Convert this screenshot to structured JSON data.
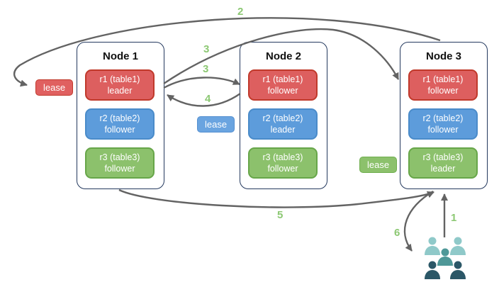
{
  "diagram": {
    "nodes": [
      {
        "title": "Node 1",
        "replicas": [
          {
            "name": "r1 (table1)",
            "role": "leader",
            "color": "red"
          },
          {
            "name": "r2 (table2)",
            "role": "follower",
            "color": "blue"
          },
          {
            "name": "r3 (table3)",
            "role": "follower",
            "color": "green"
          }
        ]
      },
      {
        "title": "Node 2",
        "replicas": [
          {
            "name": "r1 (table1)",
            "role": "follower",
            "color": "red"
          },
          {
            "name": "r2 (table2)",
            "role": "leader",
            "color": "blue"
          },
          {
            "name": "r3 (table3)",
            "role": "follower",
            "color": "green"
          }
        ]
      },
      {
        "title": "Node 3",
        "replicas": [
          {
            "name": "r1 (table1)",
            "role": "follower",
            "color": "red"
          },
          {
            "name": "r2 (table2)",
            "role": "follower",
            "color": "blue"
          },
          {
            "name": "r3 (table3)",
            "role": "leader",
            "color": "green"
          }
        ]
      }
    ],
    "leases": [
      {
        "text": "lease",
        "color": "red"
      },
      {
        "text": "lease",
        "color": "blue"
      },
      {
        "text": "lease",
        "color": "green"
      }
    ],
    "steps": {
      "s1": "1",
      "s2": "2",
      "s3a": "3",
      "s3b": "3",
      "s4": "4",
      "s5": "5",
      "s6": "6"
    },
    "icons": [
      "users-group-icon"
    ],
    "colors": {
      "replica_red": "#dd5f5f",
      "replica_red_border": "#c0392b",
      "replica_blue": "#5d9cdb",
      "replica_blue_border": "#4a8bc9",
      "replica_green": "#8cc16c",
      "replica_green_border": "#67a649",
      "node_border": "#24395e",
      "arrow": "#636363",
      "step_label": "#8cc873",
      "users_light": "#8fc9c9",
      "users_mid": "#4f9898",
      "users_dark": "#2b5767"
    }
  }
}
